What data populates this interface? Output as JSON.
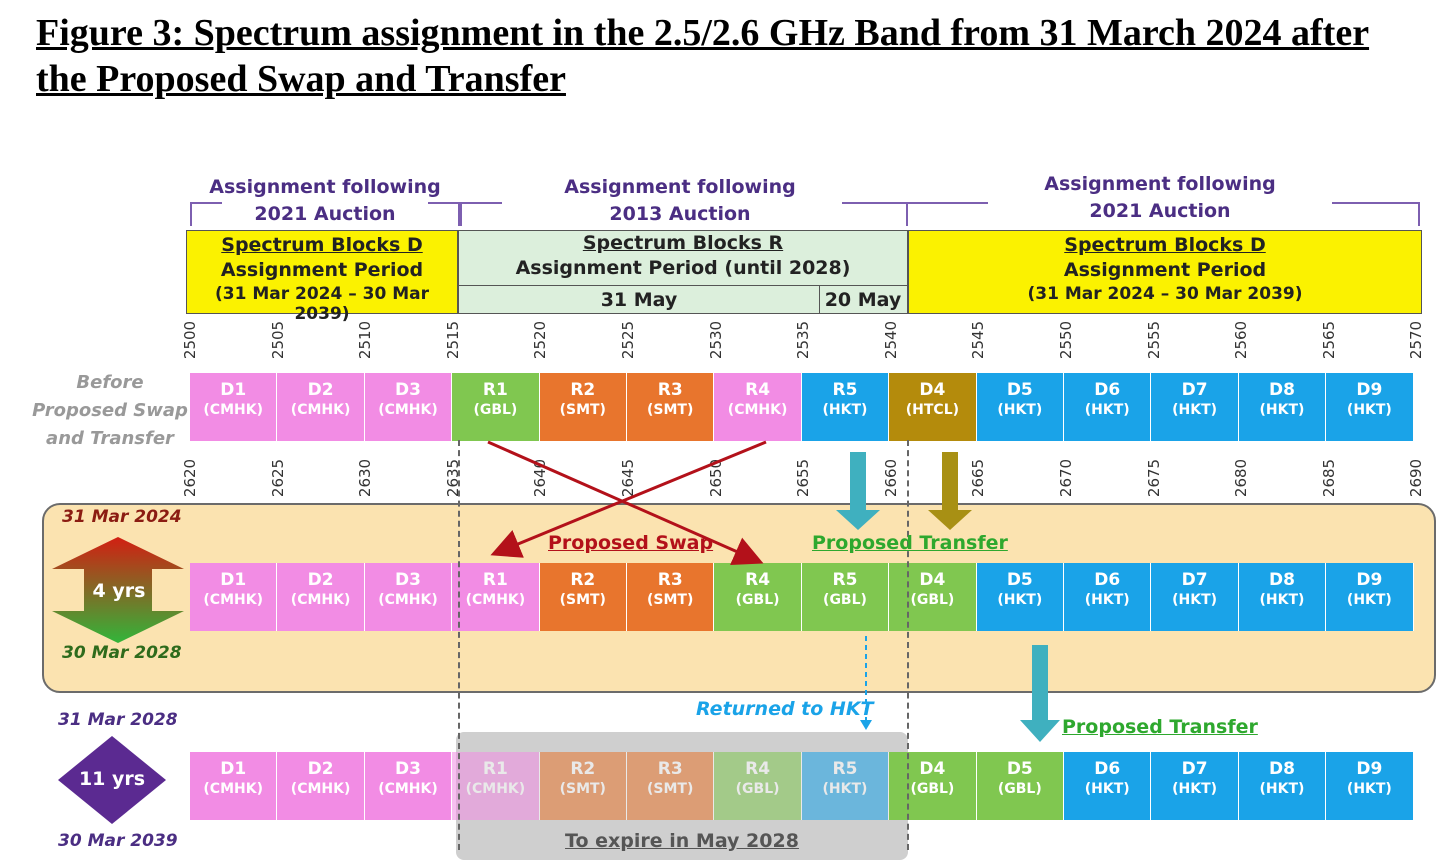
{
  "title": "Figure 3: Spectrum assignment in the 2.5/2.6 GHz Band from 31 March 2024 after the Proposed Swap and Transfer",
  "headers": {
    "left_line1": "Assignment following",
    "left_line2": "2021 Auction",
    "mid_line1": "Assignment following",
    "mid_line2": "2013 Auction",
    "right_line1": "Assignment following",
    "right_line2": "2021 Auction"
  },
  "panels": {
    "left": {
      "l1": "Spectrum Blocks D",
      "l2": "Assignment Period",
      "l3": "(31 Mar 2024 – 30 Mar 2039)"
    },
    "mid": {
      "l1": "Spectrum Blocks R",
      "l2": "Assignment Period (until 2028)",
      "l3a": "31 May",
      "l3b": "20 May"
    },
    "right": {
      "l1": "Spectrum Blocks D",
      "l2": "Assignment Period",
      "l3": "(31 Mar 2024 – 30 Mar 2039)"
    }
  },
  "freq_top": [
    "2500",
    "2505",
    "2510",
    "2515",
    "2520",
    "2525",
    "2530",
    "2535",
    "2540",
    "2545",
    "2550",
    "2555",
    "2560",
    "2565",
    "2570"
  ],
  "freq_mid": [
    "2620",
    "2625",
    "2630",
    "2635",
    "2640",
    "2645",
    "2650",
    "2655",
    "2660",
    "2665",
    "2670",
    "2675",
    "2680",
    "2685",
    "2690"
  ],
  "row_before": {
    "label": "Before Proposed Swap and Transfer",
    "blocks": [
      {
        "n": "D1",
        "o": "(CMHK)"
      },
      {
        "n": "D2",
        "o": "(CMHK)"
      },
      {
        "n": "D3",
        "o": "(CMHK)"
      },
      {
        "n": "R1",
        "o": "(GBL)"
      },
      {
        "n": "R2",
        "o": "(SMT)"
      },
      {
        "n": "R3",
        "o": "(SMT)"
      },
      {
        "n": "R4",
        "o": "(CMHK)"
      },
      {
        "n": "R5",
        "o": "(HKT)"
      },
      {
        "n": "D4",
        "o": "(HTCL)"
      },
      {
        "n": "D5",
        "o": "(HKT)"
      },
      {
        "n": "D6",
        "o": "(HKT)"
      },
      {
        "n": "D7",
        "o": "(HKT)"
      },
      {
        "n": "D8",
        "o": "(HKT)"
      },
      {
        "n": "D9",
        "o": "(HKT)"
      }
    ]
  },
  "row_mid": {
    "start": "31 Mar 2024",
    "end": "30 Mar 2028",
    "duration": "4 yrs",
    "blocks": [
      {
        "n": "D1",
        "o": "(CMHK)"
      },
      {
        "n": "D2",
        "o": "(CMHK)"
      },
      {
        "n": "D3",
        "o": "(CMHK)"
      },
      {
        "n": "R1",
        "o": "(CMHK)"
      },
      {
        "n": "R2",
        "o": "(SMT)"
      },
      {
        "n": "R3",
        "o": "(SMT)"
      },
      {
        "n": "R4",
        "o": "(GBL)"
      },
      {
        "n": "R5",
        "o": "(GBL)"
      },
      {
        "n": "D4",
        "o": "(GBL)"
      },
      {
        "n": "D5",
        "o": "(HKT)"
      },
      {
        "n": "D6",
        "o": "(HKT)"
      },
      {
        "n": "D7",
        "o": "(HKT)"
      },
      {
        "n": "D8",
        "o": "(HKT)"
      },
      {
        "n": "D9",
        "o": "(HKT)"
      }
    ]
  },
  "row_after": {
    "start": "31 Mar 2028",
    "end": "30 Mar 2039",
    "duration": "11 yrs",
    "blocks": [
      {
        "n": "D1",
        "o": "(CMHK)"
      },
      {
        "n": "D2",
        "o": "(CMHK)"
      },
      {
        "n": "D3",
        "o": "(CMHK)"
      },
      {
        "n": "R1",
        "o": "(CMHK)"
      },
      {
        "n": "R2",
        "o": "(SMT)"
      },
      {
        "n": "R3",
        "o": "(SMT)"
      },
      {
        "n": "R4",
        "o": "(GBL)"
      },
      {
        "n": "R5",
        "o": "(HKT)"
      },
      {
        "n": "D4",
        "o": "(GBL)"
      },
      {
        "n": "D5",
        "o": "(GBL)"
      },
      {
        "n": "D6",
        "o": "(HKT)"
      },
      {
        "n": "D7",
        "o": "(HKT)"
      },
      {
        "n": "D8",
        "o": "(HKT)"
      },
      {
        "n": "D9",
        "o": "(HKT)"
      }
    ]
  },
  "annotations": {
    "proposed_swap": "Proposed Swap",
    "proposed_transfer_1": "Proposed Transfer",
    "proposed_transfer_2": "Proposed Transfer",
    "returned": "Returned to HKT",
    "expire": "To expire in May 2028"
  },
  "colors": {
    "pink": "#f28ce4",
    "orange": "#e8752d",
    "green": "#80c750",
    "blue": "#1aa3e8",
    "gold": "#b48b0c",
    "yellow": "#fbf200"
  }
}
